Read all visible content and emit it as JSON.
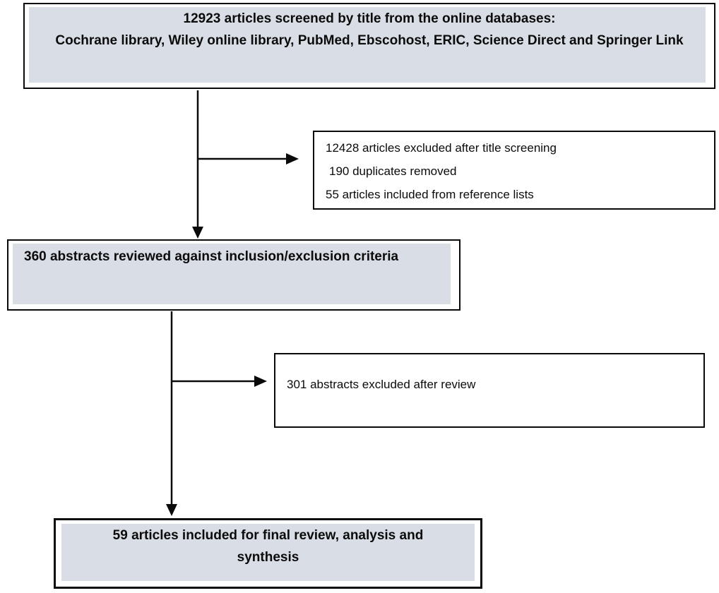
{
  "flowchart": {
    "box_screened": {
      "line1": "12923 articles screened by title from the online databases:",
      "line2": "Cochrane library, Wiley online library, PubMed, Ebscohost, ERIC, Science Direct and Springer Link"
    },
    "box_title_excluded": {
      "line1": "12428 articles excluded after title screening",
      "line2": "190 duplicates removed",
      "line3": "55 articles included from reference lists"
    },
    "box_abstracts": {
      "text": "360 abstracts reviewed against inclusion/exclusion criteria"
    },
    "box_review_excluded": {
      "text": "301 abstracts excluded after review"
    },
    "box_final": {
      "text": "59 articles included for final review, analysis and synthesis"
    },
    "colors": {
      "stage_box_fill": "#d9dee6",
      "exclusion_box_fill": "#ffffff",
      "border": "#000000",
      "arrow": "#000000"
    }
  }
}
